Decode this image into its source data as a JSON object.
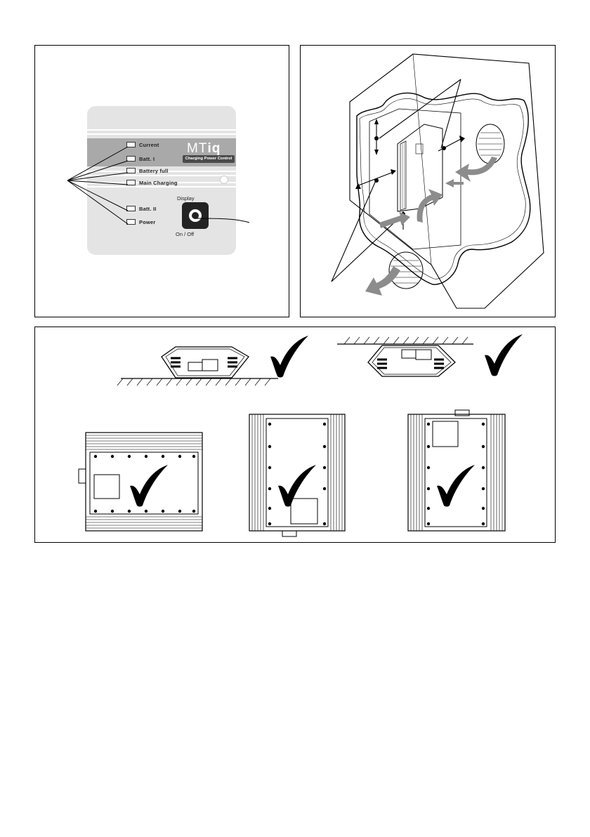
{
  "control_panel": {
    "logo_text": "MT",
    "logo_bold": "iq",
    "logo_subtitle": "Charging Power Control",
    "leds": [
      {
        "label": "Current"
      },
      {
        "label": "Batt. I"
      },
      {
        "label": "Battery full"
      },
      {
        "label": "Main Charging"
      },
      {
        "label": "Batt. II"
      },
      {
        "label": "Power"
      }
    ],
    "button_top_label": "Display",
    "button_bottom_label": "On / Off"
  },
  "mounting_checks": {
    "orientations": [
      "floor",
      "ceiling",
      "horizontal-wall",
      "vertical-terminals-down",
      "vertical-terminals-up"
    ],
    "check_icon": "checkmark-icon"
  },
  "colors": {
    "panel_bg": "#e4e4e4",
    "band": "#a9a9a9",
    "line": "#000000",
    "arrow_grey": "#8c8c8c"
  }
}
